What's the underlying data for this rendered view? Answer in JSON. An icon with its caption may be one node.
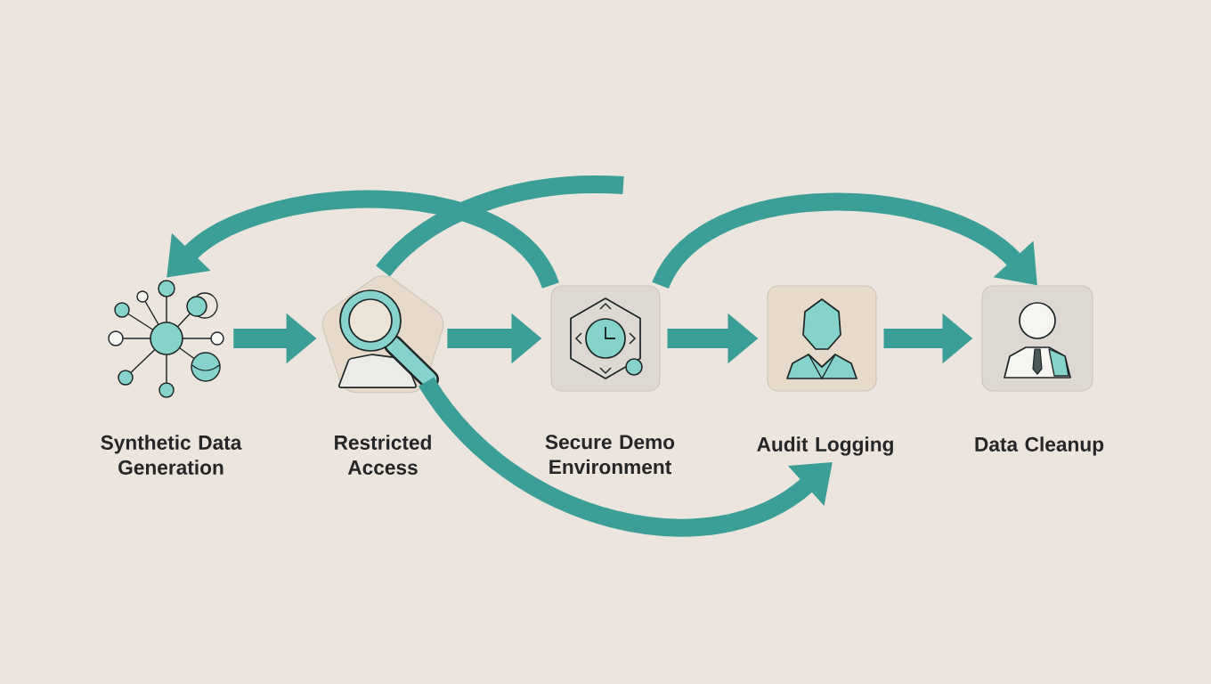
{
  "diagram": {
    "nodes": [
      {
        "text": [
          "Synthetic Data Generation"
        ]
      },
      {
        "text": [
          "Restricted Access"
        ]
      },
      {
        "text": [
          "Secure Demo Environment"
        ]
      },
      {
        "text": [
          "Audit Logging"
        ]
      },
      {
        "text": [
          "Data Cleanup"
        ]
      }
    ],
    "edges": [
      {
        "from": 0,
        "to": 1,
        "arrow": "to"
      },
      {
        "from": 1,
        "to": 2,
        "arrow": "to"
      },
      {
        "from": 2,
        "to": 3,
        "arrow": "to"
      },
      {
        "from": 3,
        "to": 4,
        "arrow": "to"
      },
      {
        "from": 2,
        "to": 0,
        "arrow": "to"
      },
      {
        "from": 1,
        "to": null,
        "arrow": "none"
      },
      {
        "from": 2,
        "to": 4,
        "arrow": "to"
      },
      {
        "from": 1,
        "to": 3,
        "arrow": "to"
      }
    ]
  }
}
